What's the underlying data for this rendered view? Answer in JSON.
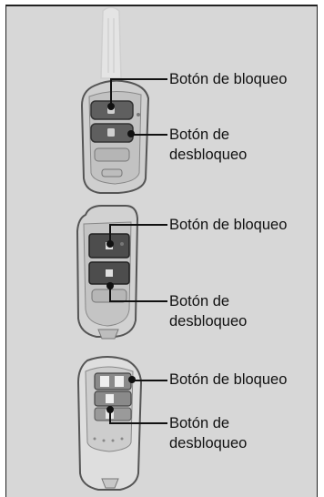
{
  "figures": [
    {
      "lock_label": "Botón de bloqueo",
      "unlock_label_line1": "Botón de",
      "unlock_label_line2": "desbloqueo"
    },
    {
      "lock_label": "Botón de bloqueo",
      "unlock_label_line1": "Botón de",
      "unlock_label_line2": "desbloqueo"
    },
    {
      "lock_label": "Botón de bloqueo",
      "unlock_label_line1": "Botón de",
      "unlock_label_line2": "desbloqueo"
    }
  ]
}
